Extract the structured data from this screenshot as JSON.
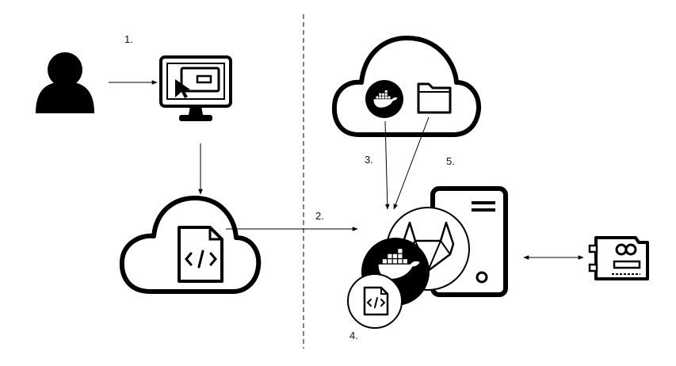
{
  "steps": [
    {
      "label": "1."
    },
    {
      "label": "2."
    },
    {
      "label": "3."
    },
    {
      "label": "4."
    },
    {
      "label": "5."
    }
  ],
  "icons": {
    "user": "user-icon",
    "computer": "computer-with-web-form-icon",
    "cloud_code": "cloud-with-code-file-icon",
    "cloud_registry": "cloud-with-docker-and-folder-icon",
    "server": "server-tower-icon",
    "gitlab": "gitlab-icon",
    "docker": "docker-icon",
    "code_file": "code-file-icon",
    "arduino": "arduino-board-icon"
  },
  "colors": {
    "ink": "#000000",
    "background": "#ffffff"
  }
}
